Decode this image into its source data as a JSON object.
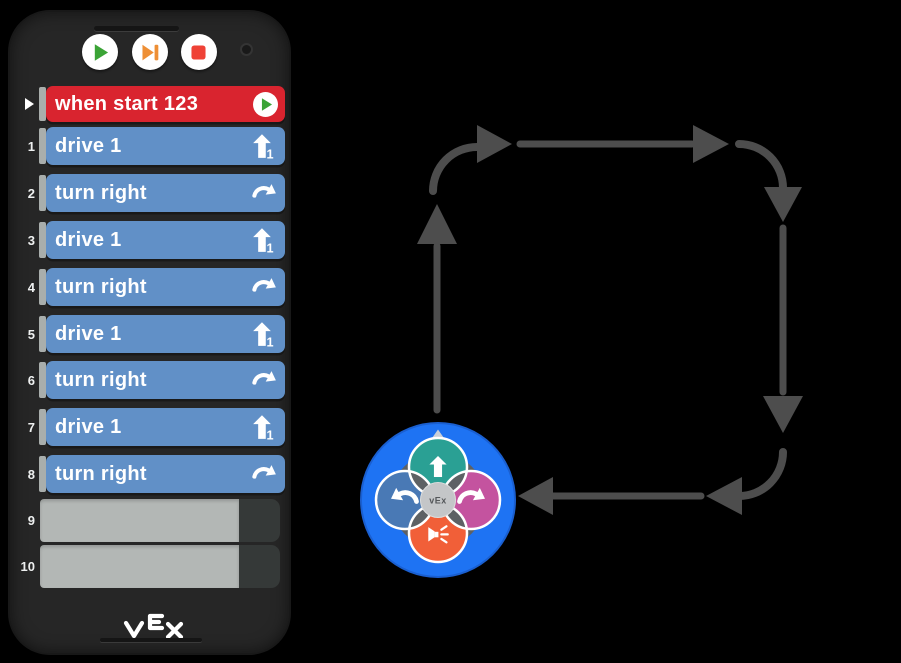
{
  "coder": {
    "brand_logo": "vEx",
    "controls": {
      "play_color": "#3ba436",
      "step_color": "#ee8f35",
      "stop_color": "#ef4236"
    },
    "program": {
      "header": {
        "label": "when start 123",
        "color": "#d9242f",
        "icon": "play-circle-icon"
      },
      "block_color": "#6190c7",
      "drive_icon_digit": "1",
      "rows": [
        {
          "num": "1",
          "label": "drive 1",
          "icon": "drive-1-icon",
          "empty": false
        },
        {
          "num": "2",
          "label": "turn right",
          "icon": "turn-right-icon",
          "empty": false
        },
        {
          "num": "3",
          "label": "drive 1",
          "icon": "drive-1-icon",
          "empty": false
        },
        {
          "num": "4",
          "label": "turn right",
          "icon": "turn-right-icon",
          "empty": false
        },
        {
          "num": "5",
          "label": "drive 1",
          "icon": "drive-1-icon",
          "empty": false
        },
        {
          "num": "6",
          "label": "turn right",
          "icon": "turn-right-icon",
          "empty": false
        },
        {
          "num": "7",
          "label": "drive 1",
          "icon": "drive-1-icon",
          "empty": false
        },
        {
          "num": "8",
          "label": "turn right",
          "icon": "turn-right-icon",
          "empty": false
        },
        {
          "num": "9",
          "label": "",
          "icon": "",
          "empty": true
        },
        {
          "num": "10",
          "label": "",
          "icon": "",
          "empty": true
        }
      ]
    }
  },
  "diagram": {
    "arrow_color": "#4d4d4d",
    "path_segments": [
      "drive-up",
      "turn-right",
      "drive-right",
      "turn-down",
      "drive-down",
      "turn-left",
      "drive-left"
    ],
    "robot": {
      "name": "vex-123-robot",
      "body_color": "#1e73f3",
      "center_logo": "vEx",
      "buttons": [
        {
          "name": "move",
          "icon": "up-arrow-icon",
          "color": "#2aa094"
        },
        {
          "name": "turn-right",
          "icon": "turn-right-icon",
          "color": "#c4539f"
        },
        {
          "name": "sound",
          "icon": "speaker-icon",
          "color": "#f15f38"
        },
        {
          "name": "turn-left",
          "icon": "turn-left-icon",
          "color": "#4979b5"
        }
      ]
    }
  }
}
